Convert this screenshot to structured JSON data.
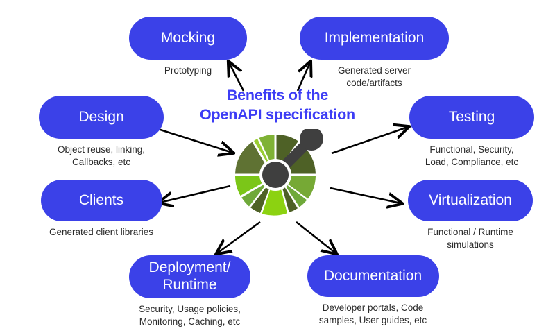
{
  "title": {
    "line1": "Benefits of the",
    "line2": "OpenAPI specification",
    "text": "Benefits of the\nOpenAPI specification",
    "color": "#3D3DF5"
  },
  "theme": {
    "pill_color": "#3B41E8",
    "pill_text_color": "#FFFFFF",
    "caption_color": "#2B2B2B",
    "background": "#FFFFFF",
    "arrow_color": "#000000"
  },
  "center_logo": {
    "name": "openapi-logo",
    "description": "OpenAPI segmented wheel with dark gray pointer arm",
    "hub_color": "#3F3F3F",
    "arm_color": "#3F3F3F",
    "segment_colors": [
      "#8CC63F",
      "#7AC143",
      "#5A7B2A",
      "#4F6224",
      "#63862C",
      "#76A62E",
      "#9ACD32",
      "#546B26"
    ]
  },
  "nodes": [
    {
      "id": "mocking",
      "label": "Mocking",
      "caption": "Prototyping",
      "arrow_direction": "outward-up"
    },
    {
      "id": "implementation",
      "label": "Implementation",
      "caption": "Generated server\ncode/artifacts",
      "arrow_direction": "outward-up"
    },
    {
      "id": "design",
      "label": "Design",
      "caption": "Object reuse, linking,\nCallbacks, etc",
      "arrow_direction": "inward"
    },
    {
      "id": "testing",
      "label": "Testing",
      "caption": "Functional, Security,\nLoad, Compliance, etc",
      "arrow_direction": "outward"
    },
    {
      "id": "clients",
      "label": "Clients",
      "caption": "Generated client libraries",
      "arrow_direction": "outward"
    },
    {
      "id": "virtualization",
      "label": "Virtualization",
      "caption": "Functional / Runtime\nsimulations",
      "arrow_direction": "outward"
    },
    {
      "id": "deployment",
      "label": "Deployment/\nRuntime",
      "caption": "Security, Usage policies,\nMonitoring, Caching, etc",
      "arrow_direction": "outward-down"
    },
    {
      "id": "documentation",
      "label": "Documentation",
      "caption": "Developer portals, Code\nsamples, User guides, etc",
      "arrow_direction": "outward-down"
    }
  ]
}
